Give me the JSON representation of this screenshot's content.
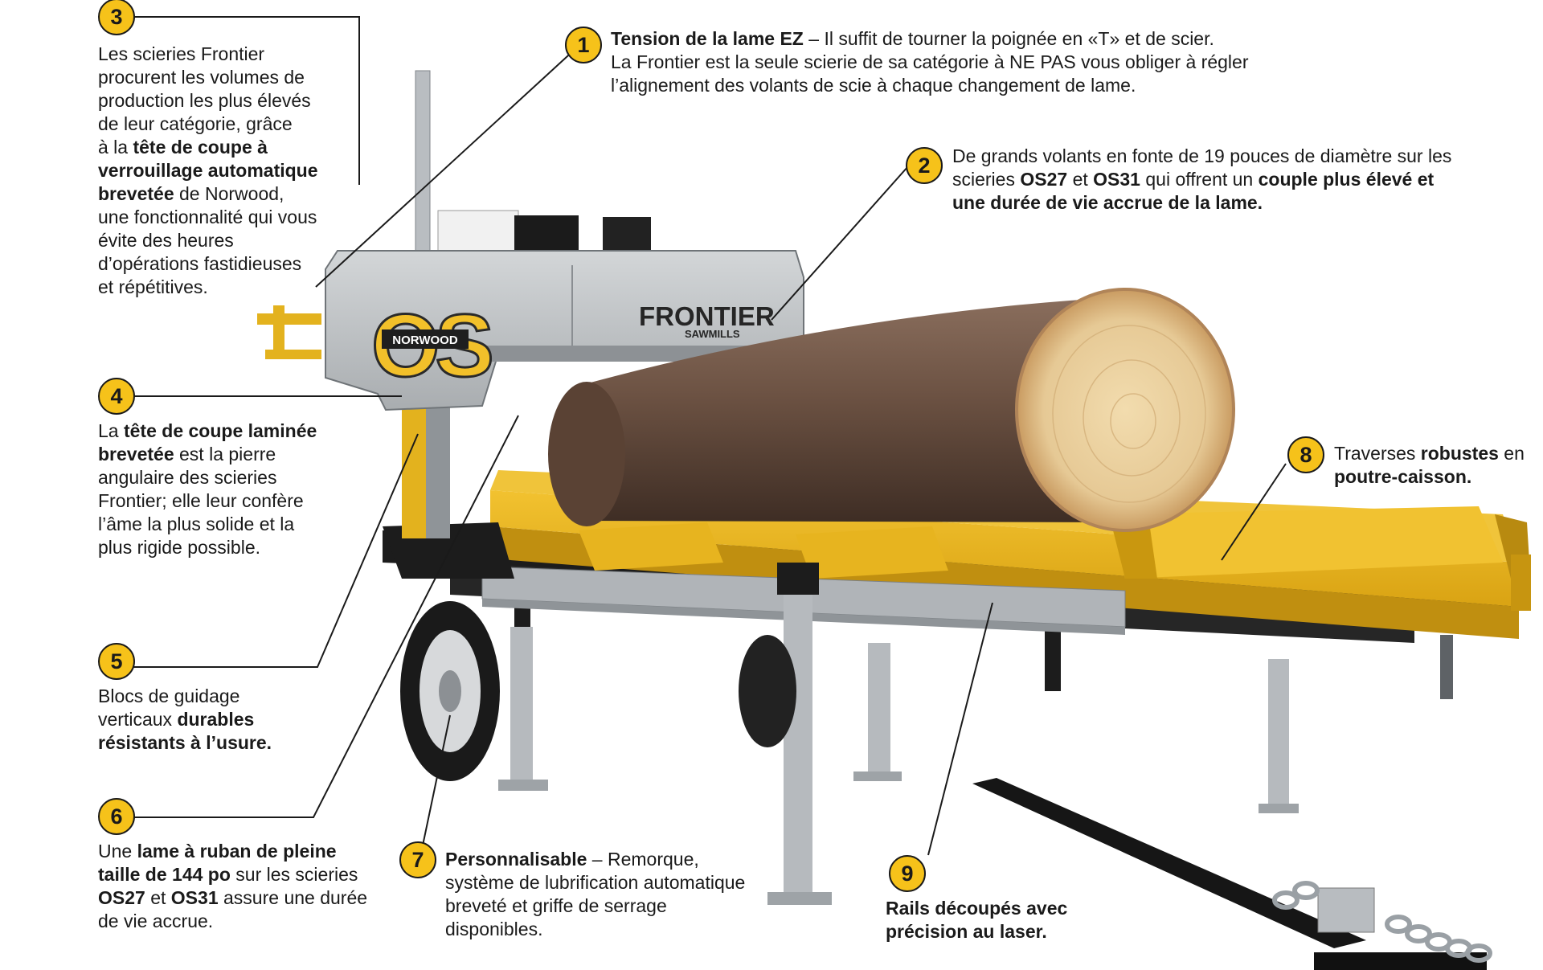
{
  "colors": {
    "accent": "#f6c21a",
    "frame": "#e3b21e",
    "steel": "#b8bcc0",
    "bark": "#6b5142",
    "wood": "#e6c995"
  },
  "machine": {
    "brand": "FRONTIER",
    "brand_sub": "SAWMILLS",
    "model": "OS",
    "maker": "NORWOOD"
  },
  "callouts": [
    {
      "num": "1",
      "parts": [
        {
          "t": "Tension de la lame EZ",
          "b": true
        },
        {
          "t": "  – Il suffit de tourner la poignée en «T» et de scier.",
          "b": false
        },
        {
          "br": true
        },
        {
          "t": "La Frontier est la seule scierie de sa catégorie à NE PAS vous obliger à régler",
          "b": false
        },
        {
          "br": true
        },
        {
          "t": "l’alignement des volants de scie à chaque changement de lame.",
          "b": false
        }
      ]
    },
    {
      "num": "2",
      "parts": [
        {
          "t": "De grands volants en fonte de 19 pouces de diamètre sur les",
          "b": false
        },
        {
          "br": true
        },
        {
          "t": "scieries ",
          "b": false
        },
        {
          "t": "OS27",
          "b": true
        },
        {
          "t": " et ",
          "b": false
        },
        {
          "t": "OS31",
          "b": true
        },
        {
          "t": " qui offrent un ",
          "b": false
        },
        {
          "t": "couple plus élevé et",
          "b": true
        },
        {
          "br": true
        },
        {
          "t": "une durée de vie accrue de la lame.",
          "b": true
        }
      ]
    },
    {
      "num": "3",
      "parts": [
        {
          "t": "Les scieries Frontier",
          "b": false
        },
        {
          "br": true
        },
        {
          "t": "procurent les volumes de",
          "b": false
        },
        {
          "br": true
        },
        {
          "t": "production les plus élevés",
          "b": false
        },
        {
          "br": true
        },
        {
          "t": "de leur catégorie, grâce",
          "b": false
        },
        {
          "br": true
        },
        {
          "t": "à la ",
          "b": false
        },
        {
          "t": "tête de coupe à",
          "b": true
        },
        {
          "br": true
        },
        {
          "t": "verrouillage automatique",
          "b": true
        },
        {
          "br": true
        },
        {
          "t": "brevetée",
          "b": true
        },
        {
          "t": " de Norwood,",
          "b": false
        },
        {
          "br": true
        },
        {
          "t": "une fonctionnalité qui vous",
          "b": false
        },
        {
          "br": true
        },
        {
          "t": "évite des heures",
          "b": false
        },
        {
          "br": true
        },
        {
          "t": "d’opérations fastidieuses",
          "b": false
        },
        {
          "br": true
        },
        {
          "t": "et répétitives.",
          "b": false
        }
      ]
    },
    {
      "num": "4",
      "parts": [
        {
          "t": "La ",
          "b": false
        },
        {
          "t": "tête de coupe laminée",
          "b": true
        },
        {
          "br": true
        },
        {
          "t": "brevetée",
          "b": true
        },
        {
          "t": " est la pierre",
          "b": false
        },
        {
          "br": true
        },
        {
          "t": "angulaire des scieries",
          "b": false
        },
        {
          "br": true
        },
        {
          "t": "Frontier; elle leur confère",
          "b": false
        },
        {
          "br": true
        },
        {
          "t": "l’âme la plus solide et la",
          "b": false
        },
        {
          "br": true
        },
        {
          "t": "plus rigide possible.",
          "b": false
        }
      ]
    },
    {
      "num": "5",
      "parts": [
        {
          "t": "Blocs de guidage",
          "b": false
        },
        {
          "br": true
        },
        {
          "t": "verticaux ",
          "b": false
        },
        {
          "t": "durables",
          "b": true
        },
        {
          "br": true
        },
        {
          "t": "résistants à l’usure.",
          "b": true
        }
      ]
    },
    {
      "num": "6",
      "parts": [
        {
          "t": "Une ",
          "b": false
        },
        {
          "t": "lame à ruban de pleine",
          "b": true
        },
        {
          "br": true
        },
        {
          "t": "taille de 144 po",
          "b": true
        },
        {
          "t": " sur les scieries",
          "b": false
        },
        {
          "br": true
        },
        {
          "t": "OS27",
          "b": true
        },
        {
          "t": " et ",
          "b": false
        },
        {
          "t": "OS31",
          "b": true
        },
        {
          "t": " assure une durée",
          "b": false
        },
        {
          "br": true
        },
        {
          "t": "de vie accrue.",
          "b": false
        }
      ]
    },
    {
      "num": "7",
      "parts": [
        {
          "t": "Personnalisable",
          "b": true
        },
        {
          "t": " – Remorque,",
          "b": false
        },
        {
          "br": true
        },
        {
          "t": "système de lubrification automatique",
          "b": false
        },
        {
          "br": true
        },
        {
          "t": "breveté et griffe de serrage",
          "b": false
        },
        {
          "br": true
        },
        {
          "t": "disponibles.",
          "b": false
        }
      ]
    },
    {
      "num": "8",
      "parts": [
        {
          "t": "Traverses ",
          "b": false
        },
        {
          "t": "robustes",
          "b": true
        },
        {
          "t": " en",
          "b": false
        },
        {
          "br": true
        },
        {
          "t": "poutre-caisson.",
          "b": true
        }
      ]
    },
    {
      "num": "9",
      "parts": [
        {
          "t": "Rails découpés avec",
          "b": true
        },
        {
          "br": true
        },
        {
          "t": "précision au laser.",
          "b": true
        }
      ]
    }
  ]
}
